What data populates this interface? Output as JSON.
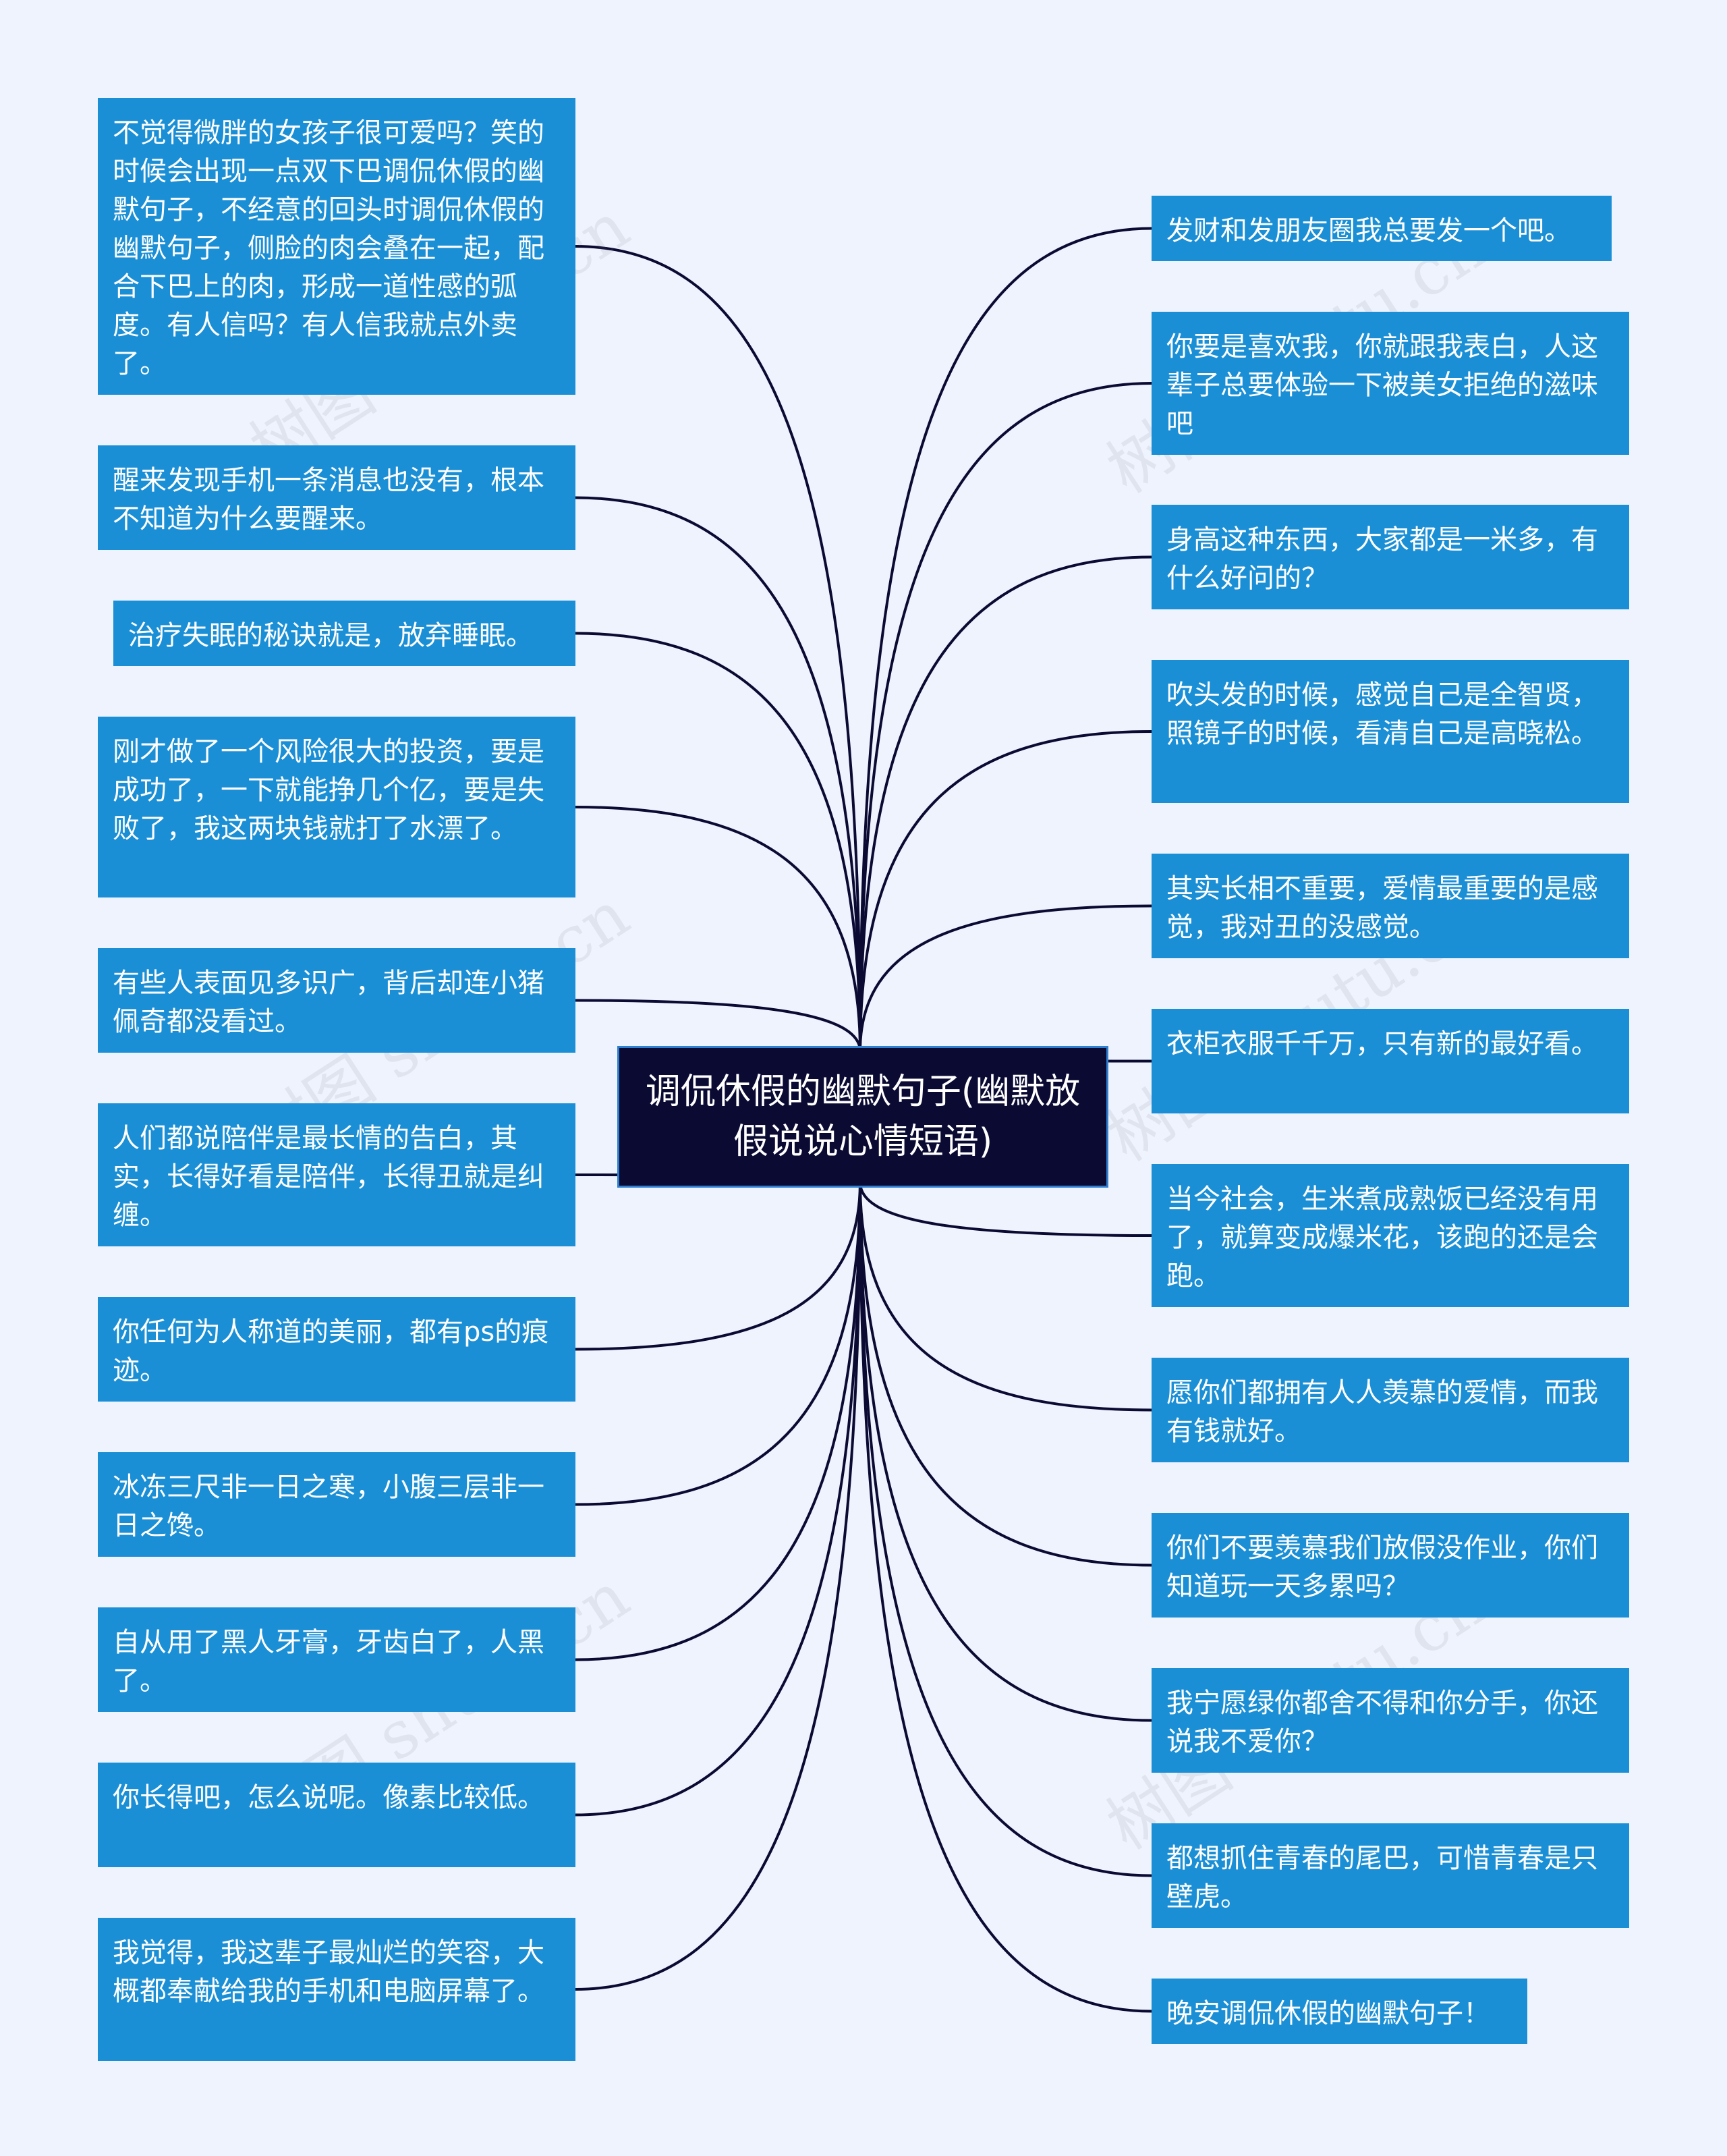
{
  "watermark": "树图 shutu.cn",
  "colors": {
    "background": "#eef3fd",
    "node_fill": "#1a8fd6",
    "node_text": "#ffffff",
    "center_fill": "#0a0a33",
    "center_border": "#2f7fd0",
    "connector": "#0a0a33"
  },
  "center": {
    "label": "调侃休假的幽默句子(幽默放假说说心情短语)"
  },
  "left_nodes": [
    {
      "text": "不觉得微胖的女孩子很可爱吗？笑的时候会出现一点双下巴调侃休假的幽默句子，不经意的回头时调侃休假的幽默句子，侧脸的肉会叠在一起，配合下巴上的肉，形成一道性感的弧度。有人信吗？有人信我就点外卖了。"
    },
    {
      "text": "醒来发现手机一条消息也没有，根本不知道为什么要醒来。"
    },
    {
      "text": "治疗失眠的秘诀就是，放弃睡眠。"
    },
    {
      "text": "刚才做了一个风险很大的投资，要是成功了，一下就能挣几个亿，要是失败了，我这两块钱就打了水漂了。"
    },
    {
      "text": "有些人表面见多识广，背后却连小猪佩奇都没看过。"
    },
    {
      "text": "人们都说陪伴是最长情的告白，其实，长得好看是陪伴，长得丑就是纠缠。"
    },
    {
      "text": "你任何为人称道的美丽，都有ps的痕迹。"
    },
    {
      "text": "冰冻三尺非一日之寒，小腹三层非一日之馋。"
    },
    {
      "text": "自从用了黑人牙膏，牙齿白了，人黑了。"
    },
    {
      "text": "你长得吧，怎么说呢。像素比较低。"
    },
    {
      "text": "我觉得，我这辈子最灿烂的笑容，大概都奉献给我的手机和电脑屏幕了。"
    }
  ],
  "right_nodes": [
    {
      "text": "发财和发朋友圈我总要发一个吧。"
    },
    {
      "text": "你要是喜欢我，你就跟我表白，人这辈子总要体验一下被美女拒绝的滋味吧"
    },
    {
      "text": "身高这种东西，大家都是一米多，有什么好问的？"
    },
    {
      "text": "吹头发的时候，感觉自己是全智贤，照镜子的时候，看清自己是高晓松。"
    },
    {
      "text": "其实长相不重要，爱情最重要的是感觉，我对丑的没感觉。"
    },
    {
      "text": "衣柜衣服千千万，只有新的最好看。"
    },
    {
      "text": "当今社会，生米煮成熟饭已经没有用了，就算变成爆米花，该跑的还是会跑。"
    },
    {
      "text": "愿你们都拥有人人羡慕的爱情，而我有钱就好。"
    },
    {
      "text": "你们不要羡慕我们放假没作业，你们知道玩一天多累吗？"
    },
    {
      "text": "我宁愿绿你都舍不得和你分手，你还说我不爱你？"
    },
    {
      "text": "都想抓住青春的尾巴，可惜青春是只壁虎。"
    },
    {
      "text": "晚安调侃休假的幽默句子！"
    }
  ]
}
